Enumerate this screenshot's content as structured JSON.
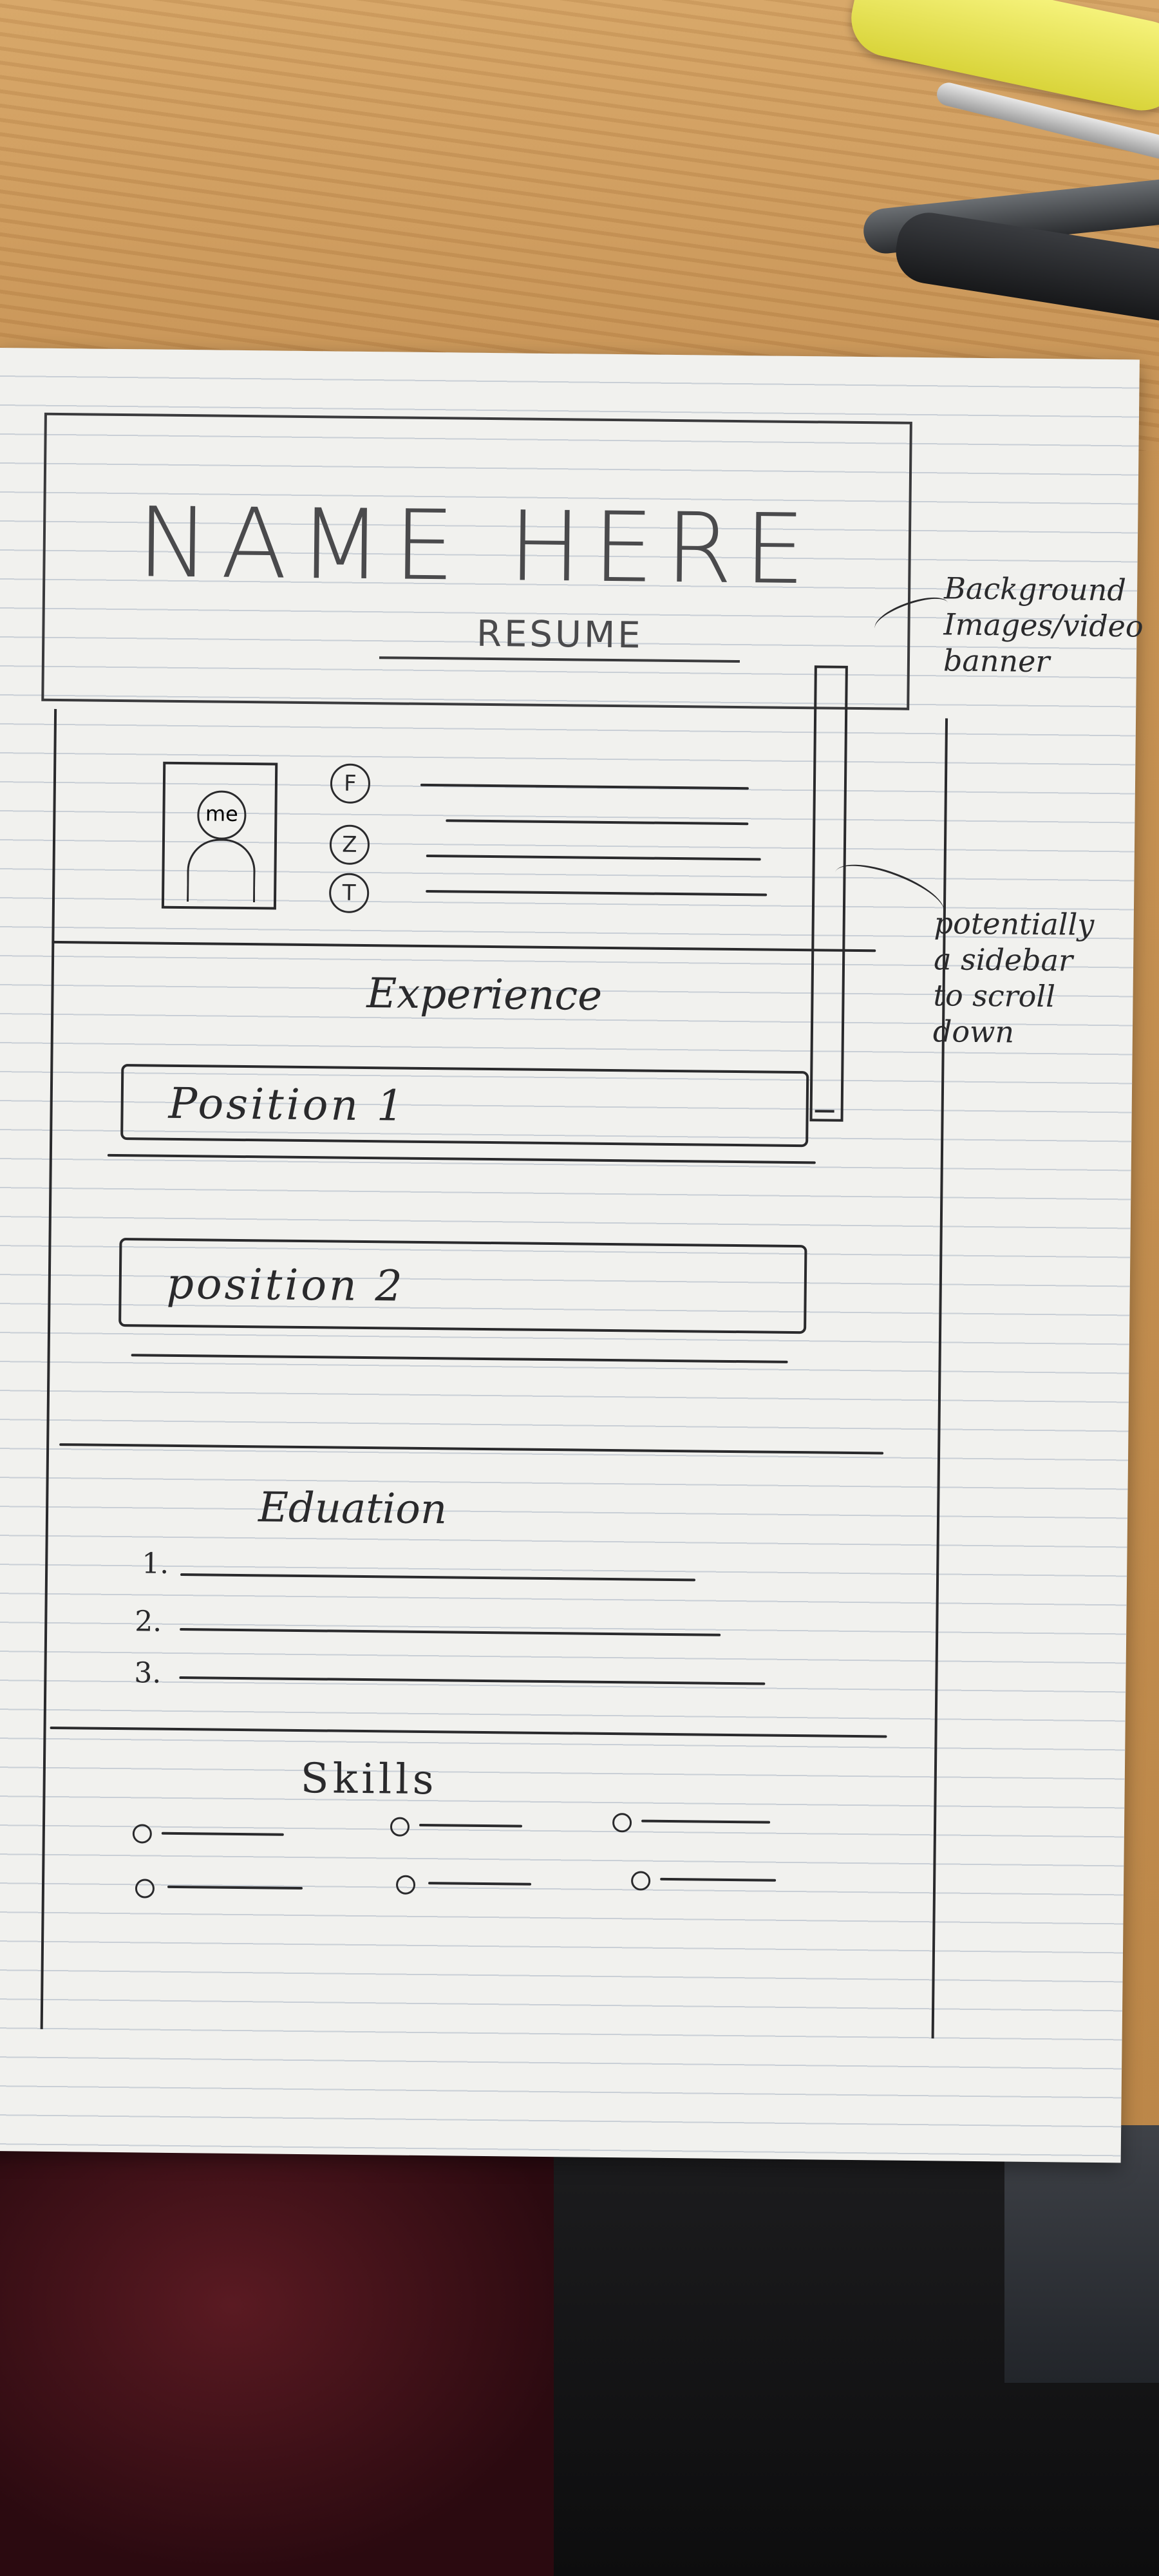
{
  "banner": {
    "name": "NAME HERE",
    "subtitle": "RESUME"
  },
  "notes": {
    "banner": [
      "Background",
      "Images/video",
      "banner"
    ],
    "sidebar": [
      "potentially",
      "a sidebar",
      "to scroll",
      "down"
    ]
  },
  "profile": {
    "photo_label": "me",
    "social_icons": [
      "F",
      "Z",
      "T"
    ]
  },
  "experience": {
    "heading": "Experience",
    "positions": [
      "Position 1",
      "position 2"
    ]
  },
  "education": {
    "heading": "Eduation",
    "numbers": [
      "1.",
      "2.",
      "3."
    ]
  },
  "skills": {
    "heading": "Skills"
  }
}
